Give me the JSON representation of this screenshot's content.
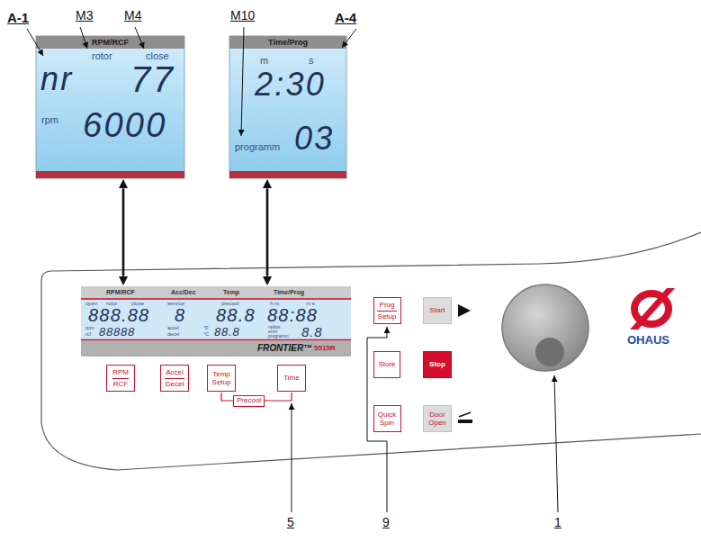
{
  "diagram": {
    "nodes": [
      {
        "text": [
          "RPM/RCF",
          "rotor",
          "close",
          "nr",
          "77",
          "rpm",
          "6000"
        ]
      },
      {
        "text": [
          "Time/Prog",
          "m",
          "s",
          "2:30",
          "programm",
          "03"
        ]
      },
      {
        "text": [
          "RPM/RCF",
          "Acc/Dec",
          "Temp",
          "Time/Prog",
          "open",
          "rotor",
          "close",
          "888.88",
          "service",
          "8",
          "precool",
          "88.8",
          "h m",
          "m s",
          "88:88",
          "rpm",
          "rcf",
          "88888",
          "accel",
          "decel",
          "°F",
          "°C",
          "88.8",
          "radius",
          "error",
          "programm",
          "8.8",
          "FRONTIER™",
          "5515R"
        ]
      },
      {
        "text": [
          "Prog",
          "Setup"
        ]
      },
      {
        "text": [
          "Start"
        ]
      },
      {
        "text": [
          "Store"
        ]
      },
      {
        "text": [
          "Stop"
        ]
      },
      {
        "text": [
          "RPM",
          "RCF"
        ]
      },
      {
        "text": [
          "Accel",
          "Decel"
        ]
      },
      {
        "text": [
          "Temp Setup"
        ]
      },
      {
        "text": [
          "Time"
        ]
      },
      {
        "text": [
          "Quick Spin"
        ]
      },
      {
        "text": [
          "Door Open"
        ]
      }
    ],
    "edges": [
      {
        "from": 0,
        "to": 2,
        "arrow": "both"
      },
      {
        "from": 1,
        "to": 2,
        "arrow": "both"
      }
    ],
    "labels": [
      "A-1",
      "M3",
      "M4",
      "M10",
      "A-4",
      "OHAUS",
      "Precool",
      "5",
      "9",
      "1"
    ]
  }
}
